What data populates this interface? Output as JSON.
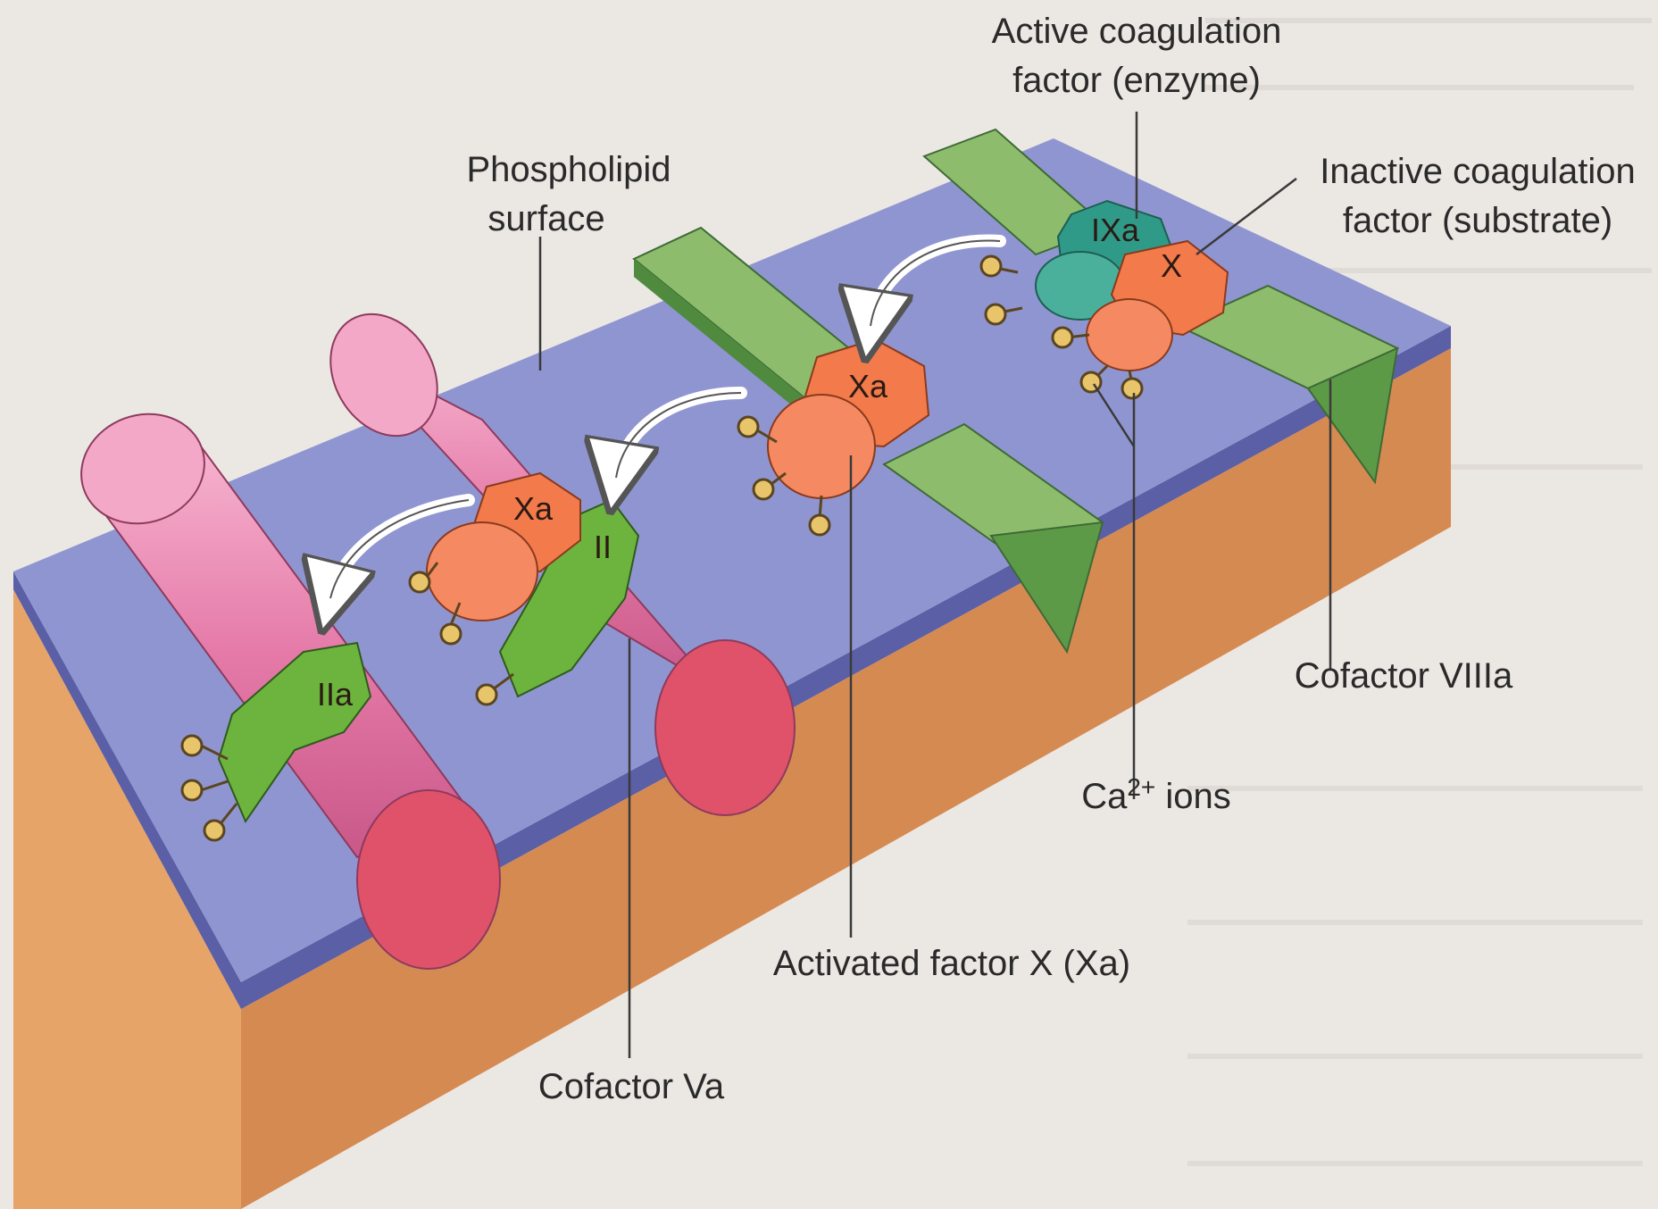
{
  "labels": {
    "active_factor_line1": "Active coagulation",
    "active_factor_line2": "factor (enzyme)",
    "inactive_factor_line1": "Inactive coagulation",
    "inactive_factor_line2": "factor (substrate)",
    "phospholipid_line1": "Phospholipid",
    "phospholipid_line2": "surface",
    "cofactor_viiia": "Cofactor VIIIa",
    "ca_ions_base": "Ca",
    "ca_ions_sup": "2+",
    "ca_ions_rest": " ions",
    "activated_factor_x": "Activated factor X (Xa)",
    "cofactor_va": "Cofactor Va"
  },
  "molecules": {
    "ixa": "IXa",
    "x": "X",
    "xa_center": "Xa",
    "xa_left": "Xa",
    "ii": "II",
    "iia": "IIa"
  },
  "colors": {
    "background": "#ebe7e3",
    "surface_top": "#8f95d0",
    "surface_edge": "#5a5fa6",
    "slab_front": "#e6a468",
    "cofactor_viiia": "#8cbc6c",
    "cofactor_va": "#e57aa8",
    "cylinder_end": "#e0526a",
    "enzyme_teal": "#2f9a88",
    "factor_orange": "#f37a4a",
    "factor_ii_green": "#6cb43e",
    "calcium": "#e8c46a"
  }
}
